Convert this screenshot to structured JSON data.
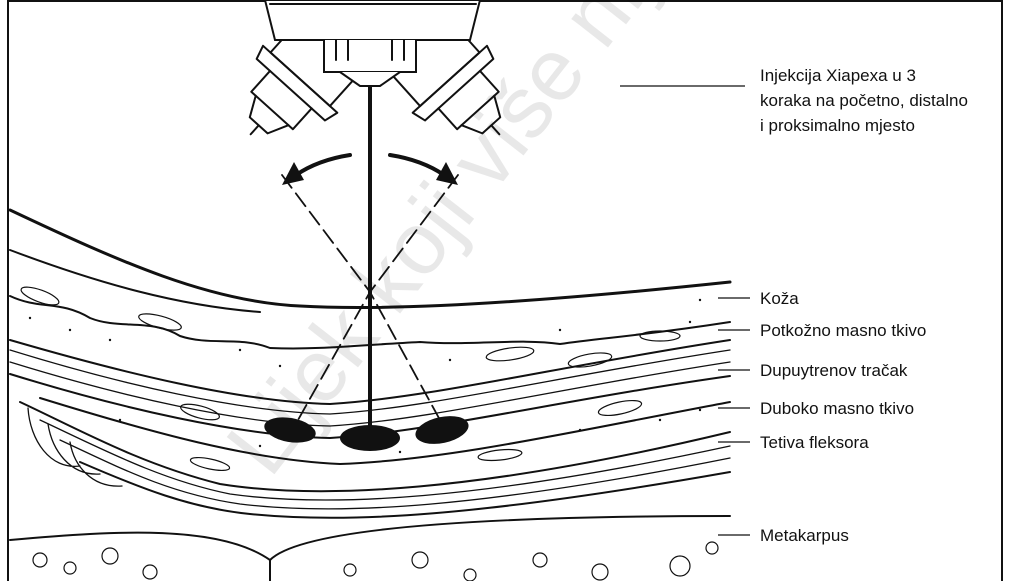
{
  "labels": {
    "injection_line1": "Injekcija Xiapexa u 3",
    "injection_line2": "koraka na početno, distalno",
    "injection_line3": "i proksimalno mjesto",
    "skin": "Koža",
    "subcutaneous_fat": "Potkožno masno tkivo",
    "dupuytren_cord": "Dupuytrenov tračak",
    "deep_fat": "Duboko masno tkivo",
    "flexor_tendon": "Tetiva fleksora",
    "metacarpus": "Metakarpus"
  },
  "watermark": "Lijek koji više nije"
}
